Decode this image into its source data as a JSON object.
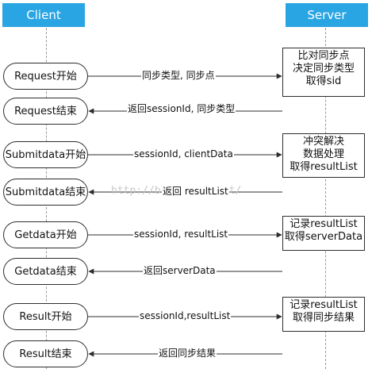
{
  "headers": {
    "client": "Client",
    "server": "Server"
  },
  "steps": [
    {
      "start_label": "Request开始",
      "send_label": "同步类型, 同步点",
      "server_lines": [
        "比对同步点",
        "决定同步类型",
        "取得sid"
      ],
      "return_label": "返回sessionId, 同步类型",
      "end_label": "Request结束"
    },
    {
      "start_label": "Submitdata开始",
      "send_label": "sessionId, clientData",
      "server_lines": [
        "冲突解决",
        "数据处理",
        "取得resultList"
      ],
      "return_label": "返回 resultList",
      "end_label": "Submitdata结束"
    },
    {
      "start_label": "Getdata开始",
      "send_label": "sessionId, resultList",
      "server_lines": [
        "记录resultList",
        "取得serverData"
      ],
      "return_label": "返回serverData",
      "end_label": "Getdata结束"
    },
    {
      "start_label": "Result开始",
      "send_label": "sessionId,resultList",
      "server_lines": [
        "记录resultList",
        "取得同步结果"
      ],
      "return_label": "返回同步结果",
      "end_label": "Result结束"
    }
  ],
  "watermark": "http://blog.csdn.net/",
  "colors": {
    "header_bg": "#2aa5e4",
    "header_text": "#ffffff",
    "line": "#2d2d2d"
  }
}
